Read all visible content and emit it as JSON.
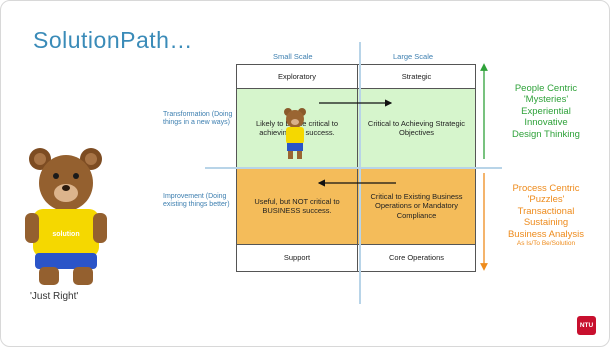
{
  "slide": {
    "title": "SolutionPath…",
    "small_scale": "Small Scale",
    "large_scale": "Large Scale",
    "transformation_label": "Transformation (Doing things in a new ways)",
    "improvement_label": "Improvement (Doing existing things better)",
    "just_right": "'Just Right'",
    "logo_text": "NTU"
  },
  "grid": {
    "top_left": "Exploratory",
    "top_right": "Strategic",
    "mid_left": "Likely to be the critical to achieving the success.",
    "mid_right": "Critical to Achieving Strategic Objectives",
    "low_left": "Useful, but NOT critical to BUSINESS success.",
    "low_right": "Critical to Existing Business Operations or Mandatory Compliance",
    "bottom_left": "Support",
    "bottom_right": "Core Operations"
  },
  "right_top": {
    "line1": "People Centric",
    "line2": "'Mysteries'",
    "line3": "Experiential",
    "line4": "Innovative",
    "line5": "Design Thinking"
  },
  "right_bottom": {
    "line1": "Process Centric",
    "line2": "'Puzzles'",
    "line3": "Transactional",
    "line4": "Sustaining",
    "line5": "Business Analysis",
    "line6": "As Is/To Be/Solution"
  },
  "bear_shirt_text": "solution",
  "colors": {
    "title": "#3a8bb8",
    "green_cell": "#d6f5cc",
    "orange_cell": "#f4bc5a",
    "green_text": "#2fa23a",
    "orange_text": "#ee8b1c",
    "ntu_red": "#c8102e"
  }
}
